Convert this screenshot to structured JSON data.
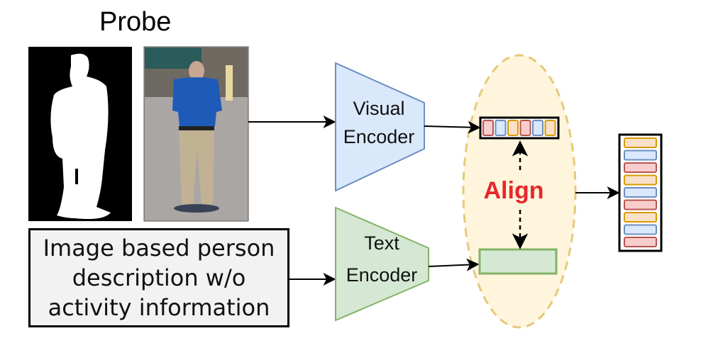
{
  "probe": {
    "title": "Probe",
    "silhouette_image": "binary silhouette mask of a standing person (white on black)",
    "rgb_image": "photo of a man in blue polo shirt and khaki pants standing in a parking lot"
  },
  "description_box": {
    "lines": [
      "Image based person",
      "description w/o",
      "activity information"
    ]
  },
  "visual_encoder": {
    "line1": "Visual",
    "line2": "Encoder",
    "fill": "#dae8fc",
    "stroke": "#6c8ebf"
  },
  "text_encoder": {
    "line1": "Text",
    "line2": "Encoder",
    "fill": "#d5e8d4",
    "stroke": "#82b366"
  },
  "align": {
    "label": "Align",
    "color": "#e8262b",
    "region_fill": "#fff5dc",
    "region_stroke": "#e6c97a"
  },
  "visual_feature": {
    "cells": [
      "red",
      "blue",
      "orange",
      "red",
      "blue",
      "orange"
    ]
  },
  "output_feature": {
    "cells": [
      "orange",
      "blue",
      "red",
      "orange",
      "blue",
      "red",
      "orange",
      "blue",
      "red"
    ]
  },
  "palette": {
    "red": {
      "fill": "#f8cecc",
      "stroke": "#b85450"
    },
    "blue": {
      "fill": "#dae8fc",
      "stroke": "#6c8ebf"
    },
    "orange": {
      "fill": "#fae0c8",
      "stroke": "#d79b00"
    }
  }
}
